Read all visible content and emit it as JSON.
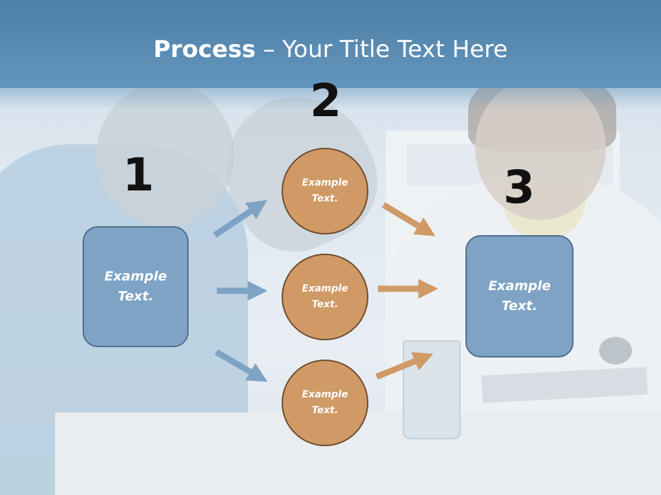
{
  "title": {
    "bold": "Process",
    "rest": " – Your Title Text Here"
  },
  "steps": [
    {
      "number": "1",
      "label": "Example Text."
    },
    {
      "number": "2",
      "items": [
        "Example Text.",
        "Example Text.",
        "Example Text."
      ]
    },
    {
      "number": "3",
      "label": "Example Text."
    }
  ],
  "colors": {
    "title_band": "#5a8cb4",
    "box_fill": "#7ea3c4",
    "box_border": "#4f6e8c",
    "circle_fill": "#cf9a66",
    "circle_border": "#6e4b2e",
    "blue_arrow": "#7ea3c4",
    "orange_arrow": "#cf9a66"
  }
}
